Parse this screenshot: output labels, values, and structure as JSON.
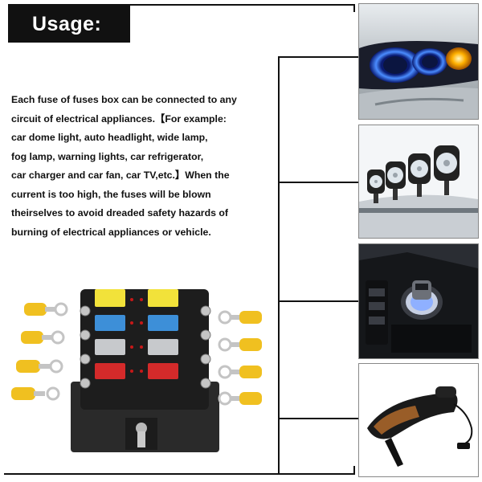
{
  "header": {
    "title": "Usage:"
  },
  "description": {
    "lines": [
      "Each fuse of fuses box can be connected to any",
      "circuit of electrical appliances.【For example:",
      "car dome light, auto headlight, wide lamp,",
      "fog lamp, warning lights, car refrigerator,",
      "car charger and car fan, car TV,etc.】When the",
      "current is too high, the fuses will be blown",
      "theirselves to avoid dreaded safety hazards of",
      "burning of electrical appliances or vehicle."
    ]
  },
  "photos": [
    {
      "subject": "car-headlight-photo"
    },
    {
      "subject": "work-light-photo"
    },
    {
      "subject": "car-charger-photo"
    },
    {
      "subject": "car-vacuum-photo"
    }
  ],
  "colors": {
    "title_bg": "#111111",
    "fuse_yellow": "#f2e23a",
    "fuse_blue": "#3d8fd8",
    "fuse_grey": "#c7c9cc",
    "fuse_red": "#d42a2a",
    "terminal_yellow": "#f0c020"
  }
}
